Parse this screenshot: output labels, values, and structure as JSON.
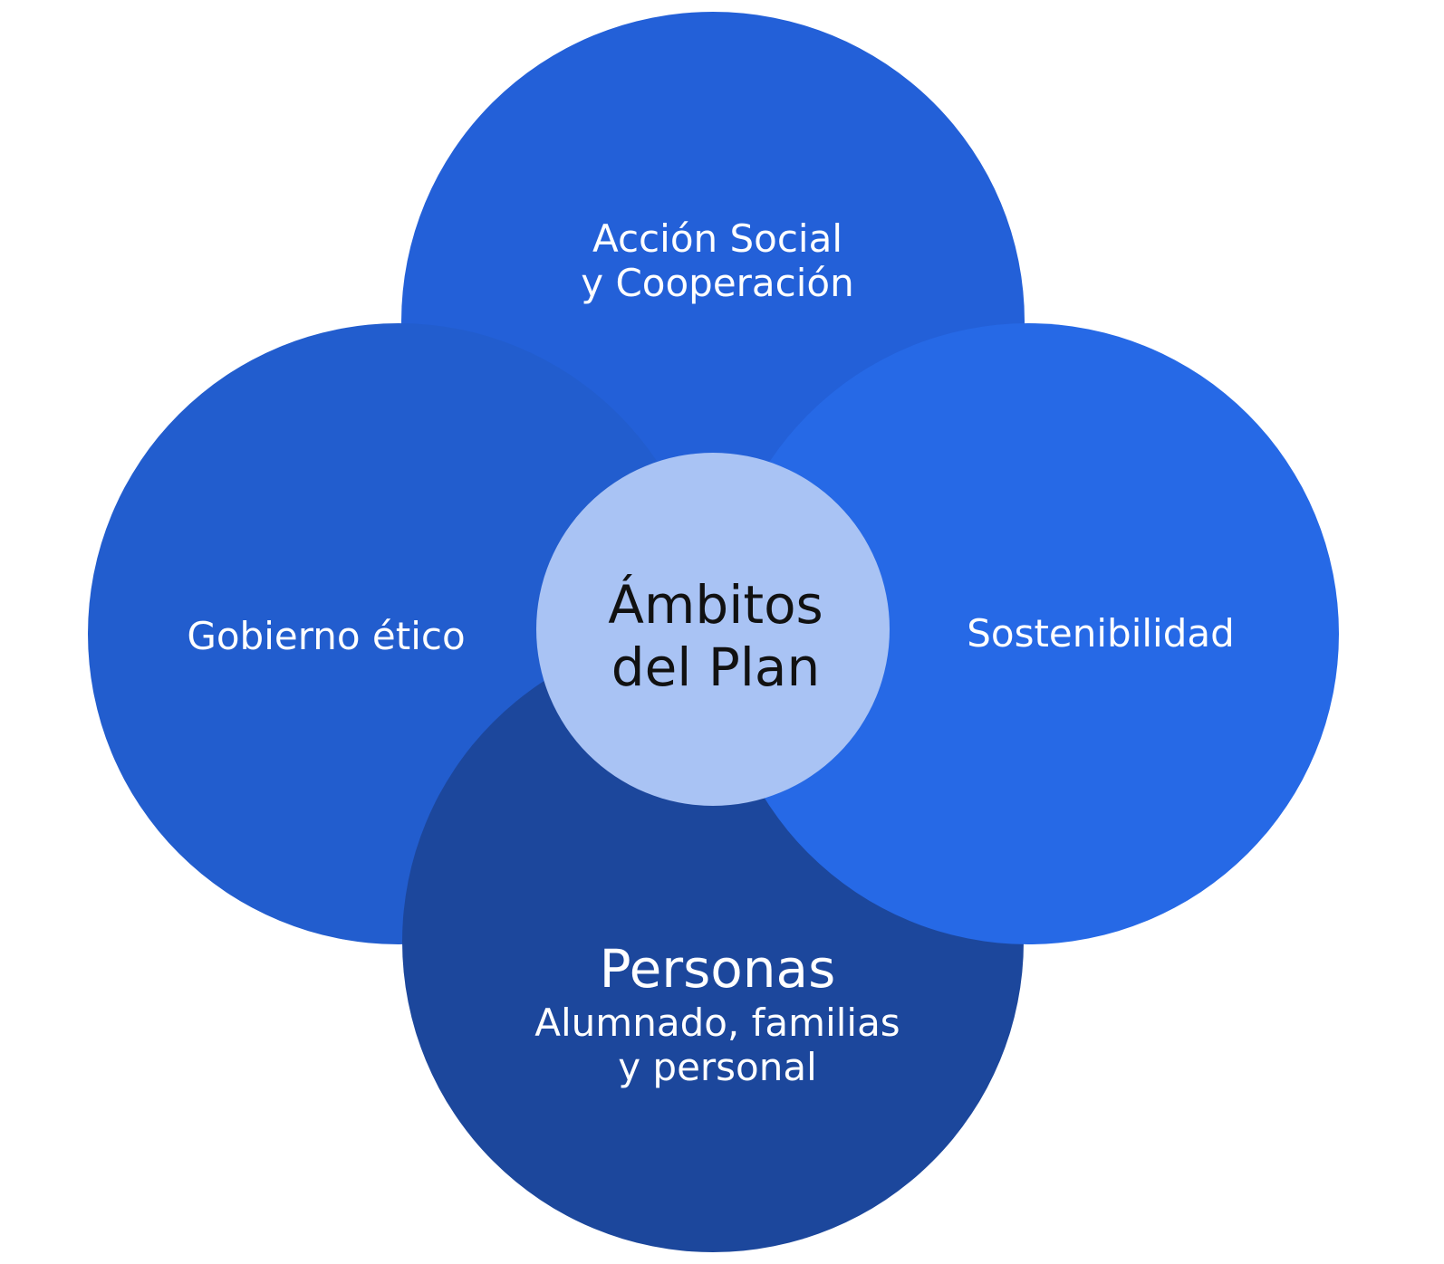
{
  "colors": {
    "background_shape": "#A9C3F4",
    "top_circle": "#2360D8",
    "left_circle": "#225DCE",
    "right_circle": "#2669E6",
    "bottom_circle": "#1C479C",
    "center_circle": "#A9C3F4",
    "light_text": "#FFFFFF",
    "center_text": "#111111"
  },
  "center": {
    "line1": "Ámbitos",
    "line2": "del Plan"
  },
  "top": {
    "line1": "Acción Social",
    "line2": "y Cooperación"
  },
  "left": {
    "label": "Gobierno ético"
  },
  "right": {
    "label": "Sostenibilidad"
  },
  "bottom": {
    "title": "Personas",
    "line1": "Alumnado,  familias",
    "line2": "y personal"
  }
}
